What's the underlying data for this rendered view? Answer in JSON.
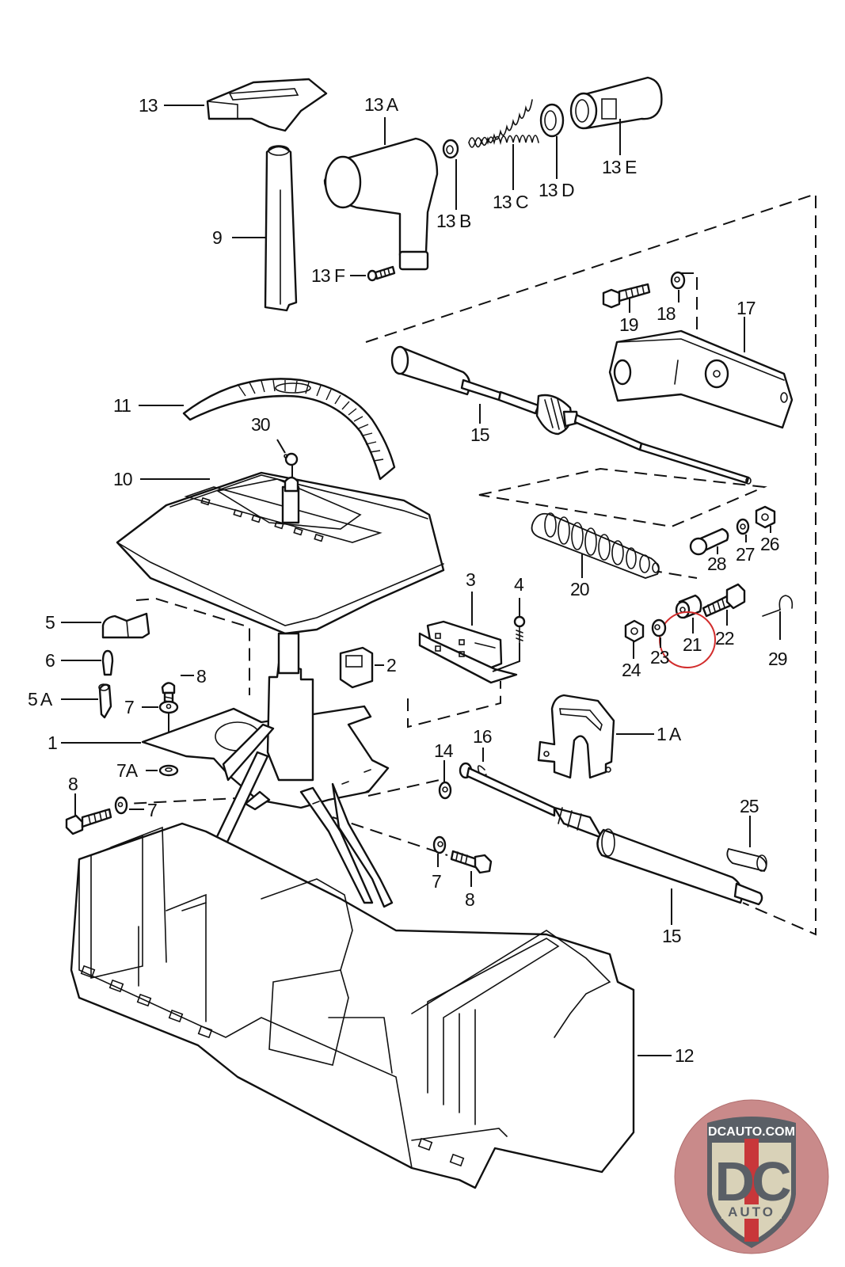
{
  "diagram": {
    "type": "exploded parts diagram",
    "subject": "automatic transmission gear selector / shift lever assembly",
    "highlighted_part": "21",
    "highlight_color": "#d22c2c",
    "labels": {
      "p1": "1",
      "p1A": "1 A",
      "p2": "2",
      "p3": "3",
      "p4": "4",
      "p5": "5",
      "p5A": "5 A",
      "p6": "6",
      "p7a": "7",
      "p7b": "7",
      "p7c": "7",
      "p7A": "7A",
      "p8a": "8",
      "p8b": "8",
      "p8c": "8",
      "p9": "9",
      "p10": "10",
      "p11": "11",
      "p12": "12",
      "p13": "13",
      "p13A": "13 A",
      "p13B": "13 B",
      "p13C": "13 C",
      "p13D": "13 D",
      "p13E": "13 E",
      "p13F": "13 F",
      "p14": "14",
      "p15a": "15",
      "p15b": "15",
      "p16": "16",
      "p17": "17",
      "p18": "18",
      "p19": "19",
      "p20": "20",
      "p21": "21",
      "p22": "22",
      "p23": "23",
      "p24": "24",
      "p25": "25",
      "p26": "26",
      "p27": "27",
      "p28": "28",
      "p29": "29",
      "p30": "30"
    }
  },
  "logo": {
    "site": "DCAUTO.COM",
    "mark": "DC",
    "sub": "AUTO",
    "colors": {
      "shield": "#d9d2b8",
      "letters": "#5a5f66",
      "stripe": "#c8373a",
      "badge_bg": "#c98a8a"
    }
  }
}
